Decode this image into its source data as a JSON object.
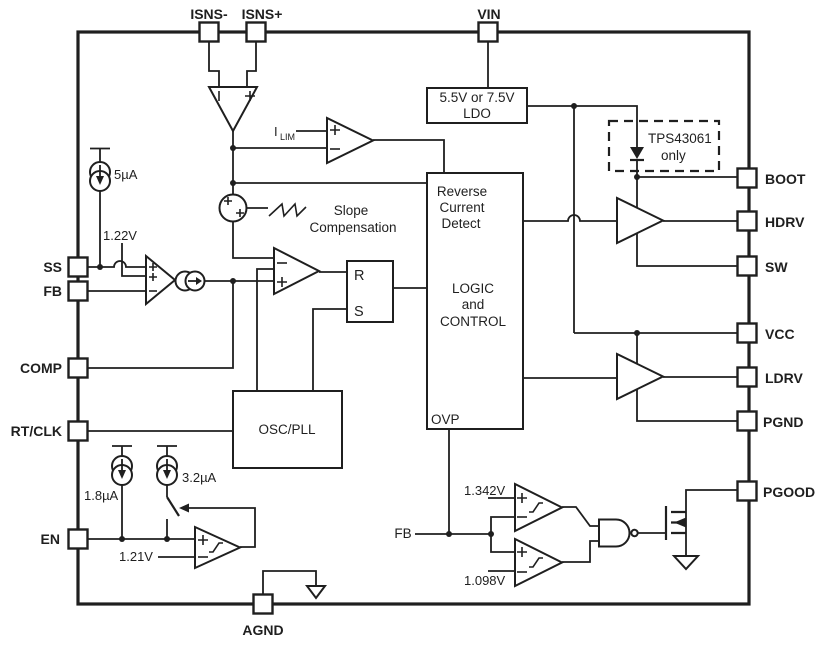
{
  "colors": {
    "ink": "#1f1f1f",
    "background": "#ffffff"
  },
  "pins": {
    "isns_minus": "ISNS-",
    "isns_plus": "ISNS+",
    "vin": "VIN",
    "ss": "SS",
    "fb": "FB",
    "comp": "COMP",
    "rt_clk": "RT/CLK",
    "en": "EN",
    "boot": "BOOT",
    "hdrv": "HDRV",
    "sw": "SW",
    "vcc": "VCC",
    "ldrv": "LDRV",
    "pgnd": "PGND",
    "pgood": "PGOOD",
    "agnd": "AGND"
  },
  "blocks": {
    "ldo_line1": "5.5V or 7.5V",
    "ldo_line2": "LDO",
    "variant_line1": "TPS43061",
    "variant_line2": "only",
    "rcd_line1": "Reverse",
    "rcd_line2": "Current",
    "rcd_line3": "Detect",
    "logic_line1": "LOGIC",
    "logic_line2": "and",
    "logic_line3": "CONTROL",
    "ovp": "OVP",
    "osc_pll": "OSC/PLL",
    "latch_r": "R",
    "latch_s": "S"
  },
  "labels": {
    "ss_charge_current": "5µA",
    "error_amp_ref": "1.22V",
    "ilim_base": "I",
    "ilim_sub": "LIM",
    "slope_line1": "Slope",
    "slope_line2": "Compensation",
    "en_pullup_current": "1.8µA",
    "en_hys_current": "3.2µA",
    "en_ref": "1.21V",
    "pgood_ov_ref": "1.342V",
    "pgood_uv_ref": "1.098V",
    "pgood_fb": "FB"
  }
}
